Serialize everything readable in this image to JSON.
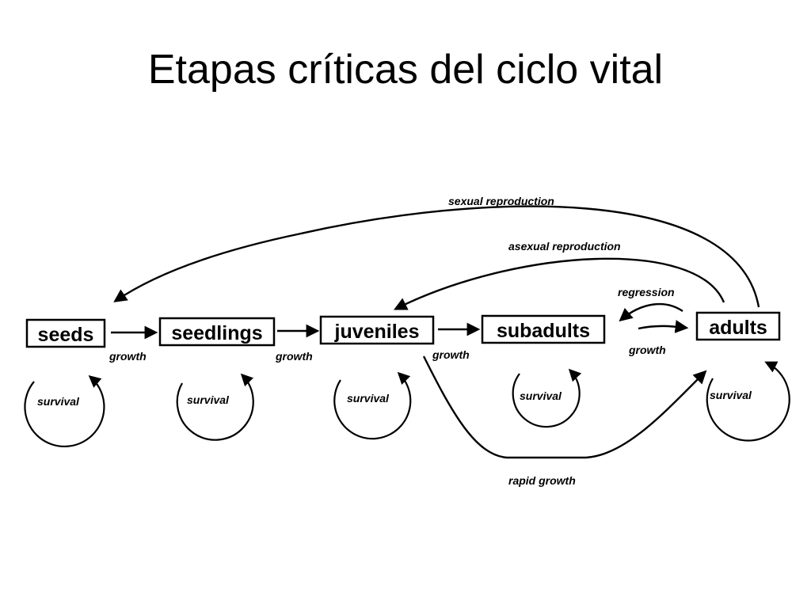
{
  "title": "Etapas críticas del ciclo vital",
  "stages": {
    "seeds": "seeds",
    "seedlings": "seedlings",
    "juveniles": "juveniles",
    "subadults": "subadults",
    "adults": "adults"
  },
  "labels": {
    "growth": "growth",
    "survival": "survival",
    "sexual_reproduction": "sexual reproduction",
    "asexual_reproduction": "asexual reproduction",
    "regression": "regression",
    "rapid_growth": "rapid growth"
  }
}
